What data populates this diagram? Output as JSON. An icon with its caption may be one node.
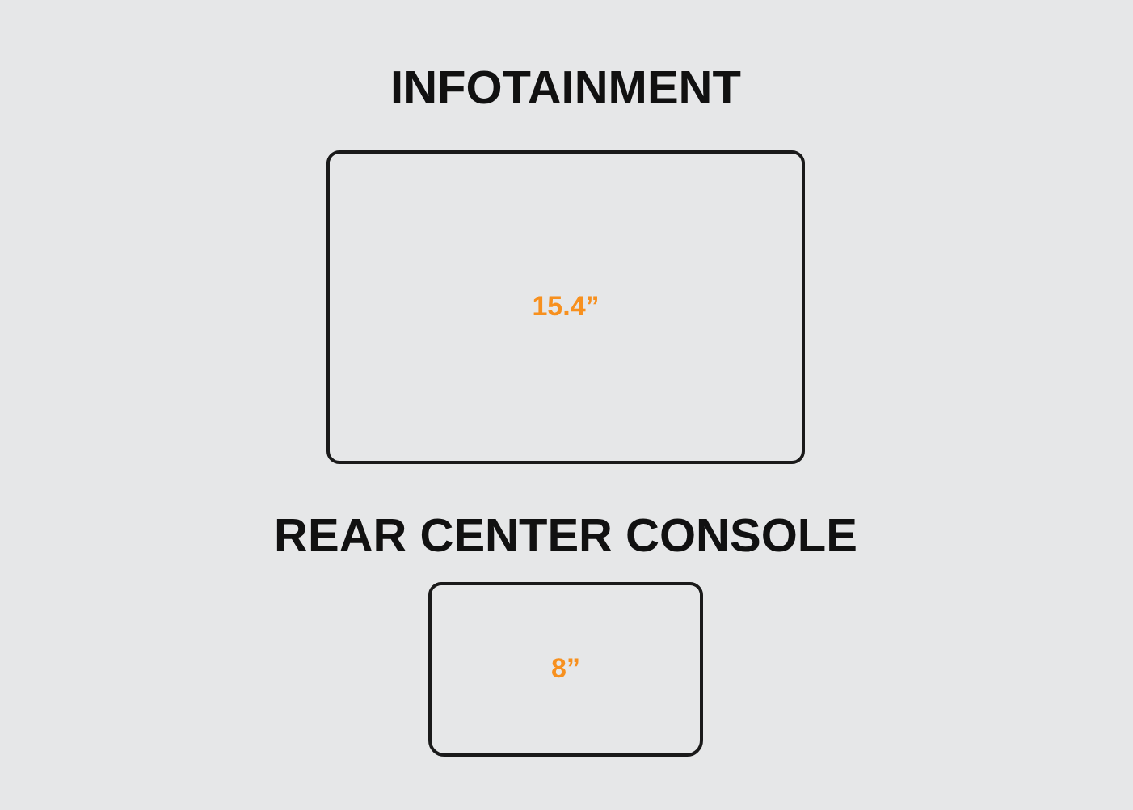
{
  "diagram": {
    "nodes": [
      {
        "text": [
          "INFOTAINMENT",
          "15.4”"
        ]
      },
      {
        "text": [
          "REAR CENTER CONSOLE",
          "8”"
        ]
      }
    ]
  }
}
